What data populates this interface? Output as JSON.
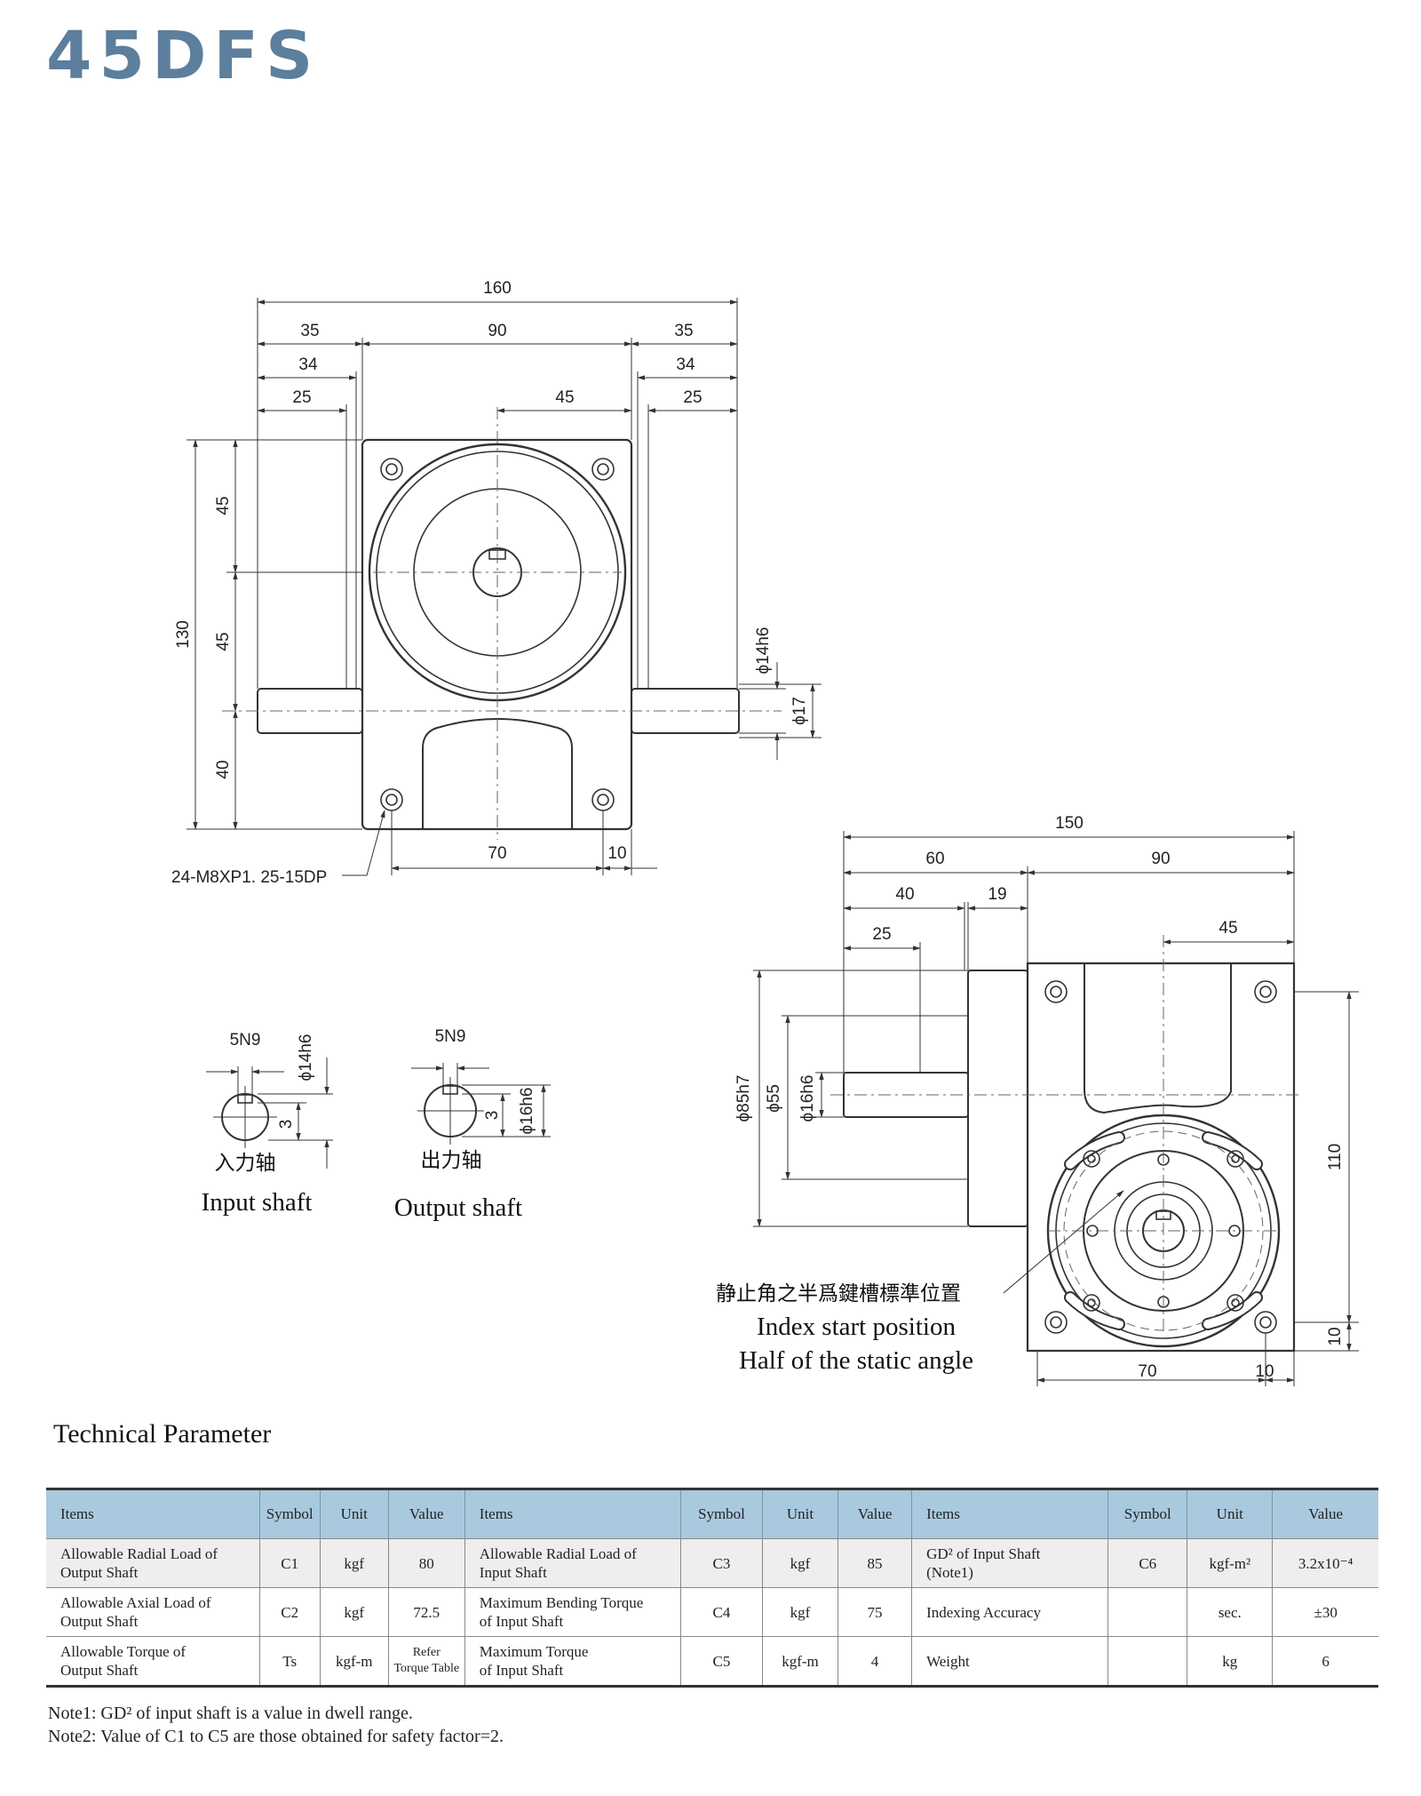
{
  "title": "45DFS",
  "dims": {
    "top_total": "160",
    "top_left": "35",
    "top_mid": "90",
    "top_right": "35",
    "top_l34": "34",
    "top_r34": "34",
    "top_l25": "25",
    "top_r25": "25",
    "top_45": "45",
    "v130": "130",
    "v45a": "45",
    "v45b": "45",
    "v40": "40",
    "phi14h6": "ϕ14h6",
    "phi17": "ϕ17",
    "bot70": "70",
    "bot10": "10",
    "tapped_hole": "24-M8XP1. 25-15DP",
    "side150": "150",
    "side60": "60",
    "side90": "90",
    "side40": "40",
    "side19": "19",
    "side25": "25",
    "side45": "45",
    "phi85h7": "ϕ85h7",
    "phi55": "ϕ55",
    "phi16h6a": "ϕ16h6",
    "side110": "110",
    "side10r": "10",
    "side70": "70",
    "side10b": "10",
    "in_key": "5N9",
    "in_phi": "ϕ14h6",
    "in_depth": "3",
    "out_key": "5N9",
    "out_phi": "ϕ16h6",
    "out_depth": "3"
  },
  "labels": {
    "input_cn": "入力轴",
    "input_en": "Input shaft",
    "output_cn": "出力轴",
    "output_en": "Output shaft",
    "index_cn": "静止角之半爲鍵槽標準位置",
    "index_en1": "Index start position",
    "index_en2": "Half of the static angle"
  },
  "table": {
    "title": "Technical Parameter",
    "headers": [
      "Items",
      "Symbol",
      "Unit",
      "Value",
      "Items",
      "Symbol",
      "Unit",
      "Value",
      "Items",
      "Symbol",
      "Unit",
      "Value"
    ],
    "rows": [
      [
        [
          "Allowable Radial Load  of",
          "Output Shaft"
        ],
        "C1",
        "kgf",
        "80",
        [
          "Allowable Radial Load of",
          "Input Shaft"
        ],
        "C3",
        "kgf",
        "85",
        [
          "GD² of Input Shaft",
          "(Note1)"
        ],
        "C6",
        "kgf-m²",
        "3.2x10⁻⁴"
      ],
      [
        [
          "Allowable Axial Load of",
          "Output Shaft"
        ],
        "C2",
        "kgf",
        "72.5",
        [
          "Maximum Bending Torque",
          "of Input Shaft"
        ],
        "C4",
        "kgf",
        "75",
        [
          "Indexing Accuracy"
        ],
        "",
        "sec.",
        "±30"
      ],
      [
        [
          "Allowable Torque of",
          "Output Shaft"
        ],
        "Ts",
        "kgf-m",
        [
          "Refer",
          "Torque Table"
        ],
        [
          "Maximum Torque",
          "of Input Shaft"
        ],
        "C5",
        "kgf-m",
        "4",
        [
          "Weight"
        ],
        "",
        "kg",
        "6"
      ]
    ]
  },
  "notes": [
    "Note1: GD² of input shaft is a value in dwell range.",
    "Note2: Value of  C1 to C5 are those obtained for safety factor=2."
  ]
}
